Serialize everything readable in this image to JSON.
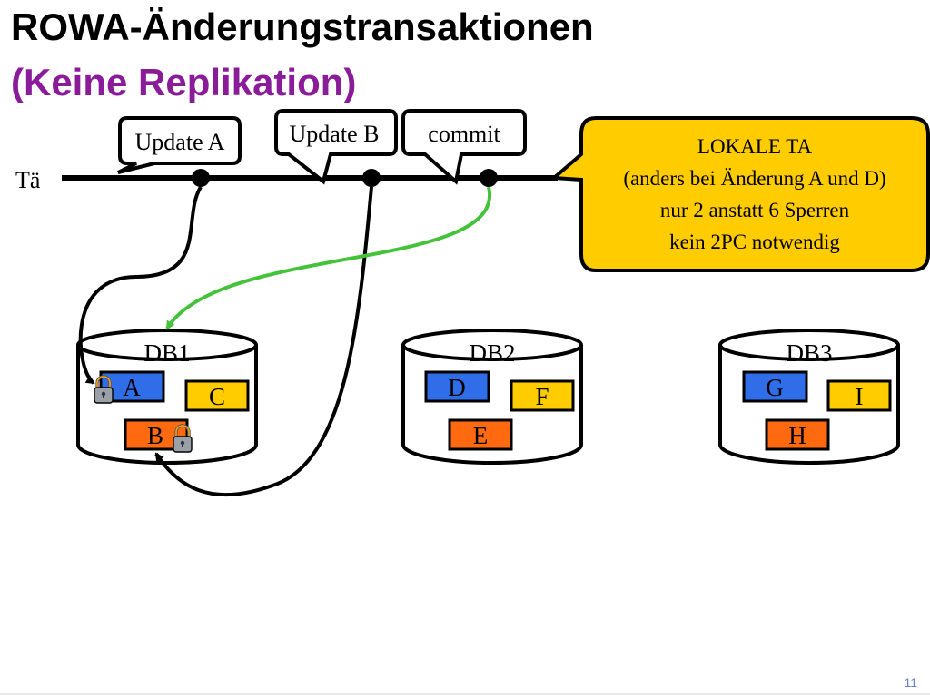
{
  "slide": {
    "title": "ROWA-Änderungstransaktionen",
    "subtitle": "(Keine Replikation)",
    "page_number": "11",
    "colors": {
      "subtitle": "#8a1c9a",
      "note_fill": "#ffcc00",
      "arrow_green": "#44c33a",
      "item_blue": "#2f6ee8",
      "item_yellow": "#ffcc00",
      "item_orange": "#ff6a10"
    }
  },
  "timeline": {
    "label": "Tä"
  },
  "callouts": {
    "update_a": "Update A",
    "update_b": "Update B",
    "commit": "commit"
  },
  "note": {
    "lines": [
      "LOKALE TA",
      "(anders bei Änderung A und D)",
      "nur 2 anstatt 6 Sperren",
      "kein 2PC notwendig"
    ]
  },
  "databases": [
    {
      "name": "DB1",
      "items": [
        "A",
        "C",
        "B"
      ]
    },
    {
      "name": "DB2",
      "items": [
        "D",
        "F",
        "E"
      ]
    },
    {
      "name": "DB3",
      "items": [
        "G",
        "I",
        "H"
      ]
    }
  ],
  "icons": {
    "lock": "padlock-icon"
  }
}
